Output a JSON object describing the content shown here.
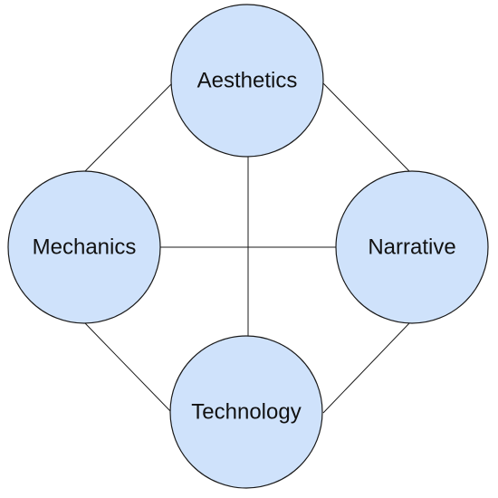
{
  "diagram": {
    "nodes": {
      "aesthetics": {
        "label": "Aesthetics"
      },
      "mechanics": {
        "label": "Mechanics"
      },
      "narrative": {
        "label": "Narrative"
      },
      "technology": {
        "label": "Technology"
      }
    },
    "colors": {
      "node_fill": "#cfe2fb",
      "stroke": "#1a1a1a",
      "text": "#111111"
    }
  }
}
